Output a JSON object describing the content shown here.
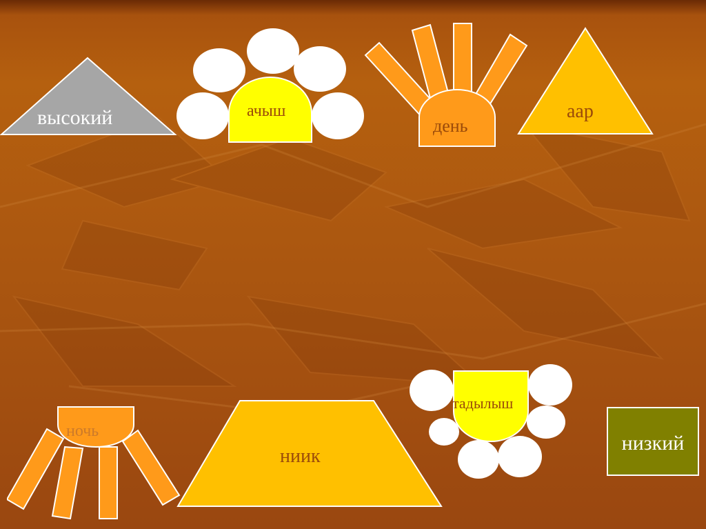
{
  "words": {
    "vysokiy": "высокий",
    "achyg": "ачыш",
    "den": "день",
    "aar": "аар",
    "noch": "ночь",
    "niik": "ниик",
    "tadylyg": "тадылыш",
    "nizkiy": "низкий"
  },
  "colors": {
    "background": "#b05a0f",
    "gray_triangle": "#a6a6a6",
    "yellow": "#ffff00",
    "gold": "#ffc000",
    "orange": "#ff9a1a",
    "olive": "#808000",
    "white": "#ffffff",
    "label_text": "#9a4a0a"
  }
}
